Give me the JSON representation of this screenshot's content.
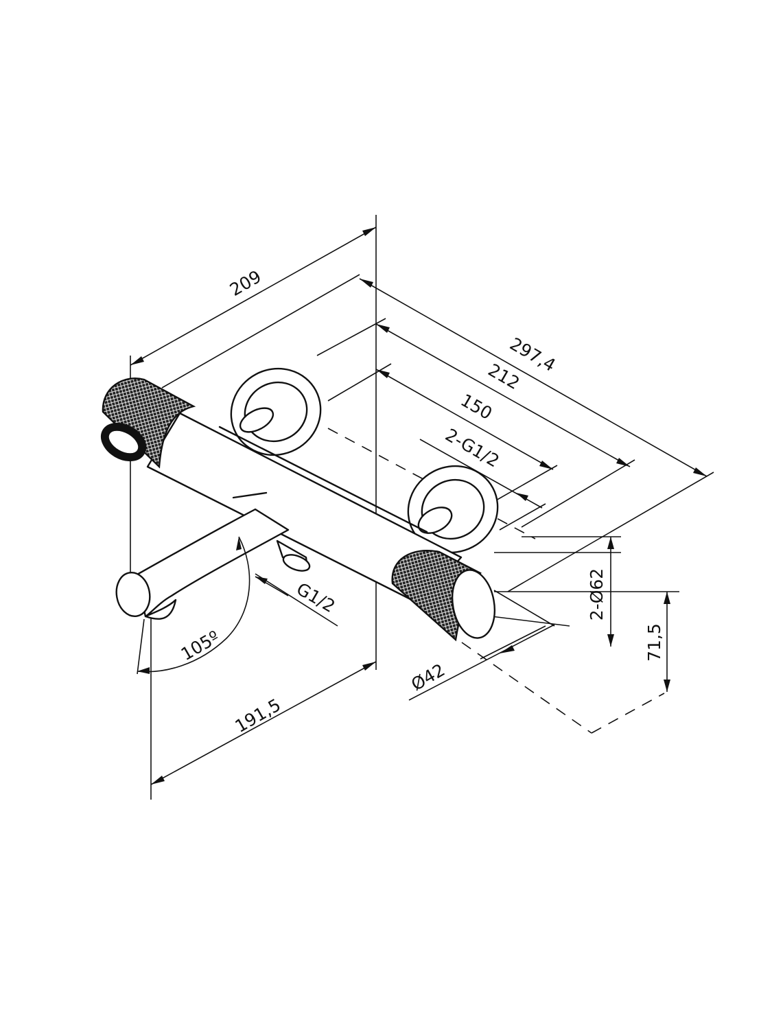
{
  "dimensions": {
    "d209": "209",
    "d297": "297,4",
    "d212": "212",
    "d150": "150",
    "g12top": "2-G1/2",
    "g12bottom": "G1/2",
    "d62": "2-Ø62",
    "d715": "71,5",
    "d42": "Ø42",
    "d1915": "191,5",
    "angle": "105º"
  },
  "colors": {
    "ink": "#111111",
    "paper": "#ffffff"
  }
}
